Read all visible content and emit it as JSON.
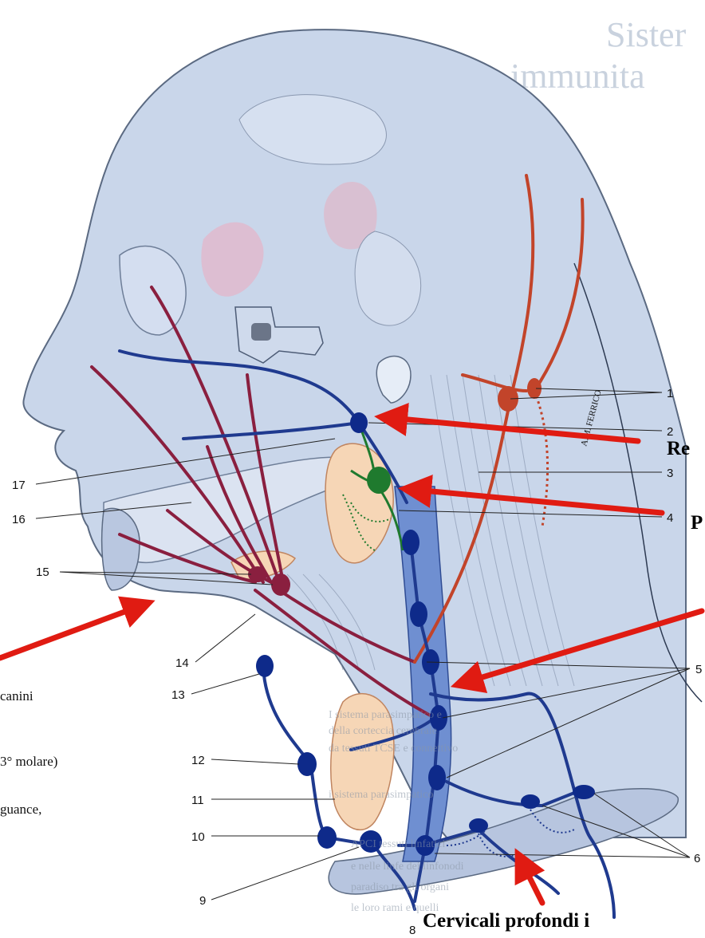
{
  "figure": {
    "background_title": [
      "Sister",
      "immunita"
    ],
    "leader_numbers": [
      "1",
      "2",
      "3",
      "4",
      "5",
      "6",
      "8",
      "9",
      "10",
      "11",
      "12",
      "13",
      "14",
      "15",
      "16",
      "17"
    ],
    "callout_labels": {
      "right_2": "Re",
      "right_4": "P",
      "bottom": "Cervicali profondi i"
    },
    "left_text_lines": [
      "canini",
      "3° molare)",
      "guance,"
    ],
    "background_text_lines": [
      "I sistema parasimpatico e",
      "della corteccia cerebrale",
      "da tessuti TCSE e connettivo",
      "i sistema parasimpatico",
      "APCI tessuti linfatici",
      "e nelle linfe dei linfonodi",
      "paradiso tra gli organi",
      "le loro rami e quelli"
    ],
    "signature": "A.M. FERRICO"
  },
  "colors": {
    "skull": "#c9d6ea",
    "skull_outline": "#5b6a82",
    "lymph_vessel": "#1f3a8f",
    "lymph_node": "#0e2a8a",
    "jugular": "#6f8fd1",
    "artery": "#c2442a",
    "face_vessel": "#8a1f3f",
    "parotid_node": "#1f7a2e",
    "gland": "#f6d6b6",
    "callout_arrow": "#e01b12"
  }
}
